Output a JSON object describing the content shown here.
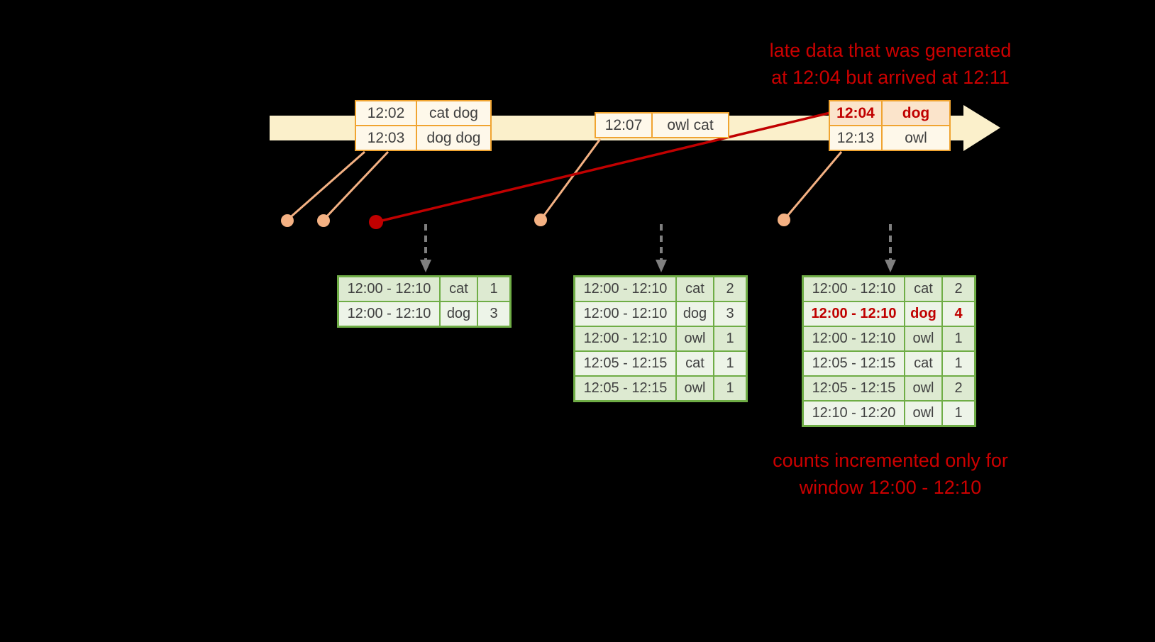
{
  "colors": {
    "background": "#000000",
    "timeline": "#FBF0CB",
    "event_border": "#F0A431",
    "event_fill": "#FEF8EA",
    "late_event_fill": "#FBE4CB",
    "connector_salmon": "#F4B183",
    "late_red": "#C00000",
    "trigger_arrow_gray": "#7F7F7F",
    "table_border_green": "#6FAD46",
    "table_row_dark": "#DDEAD1",
    "table_row_light": "#EDF4E8",
    "table_text": "#404040",
    "annotation_red": "#CC0000"
  },
  "annotations": {
    "late_data": {
      "line1": "late data that was generated",
      "line2": "at 12:04 but arrived at 12:11"
    },
    "counts": {
      "line1": "counts incremented only for",
      "line2": "window 12:00 - 12:10"
    }
  },
  "events": {
    "group1": [
      {
        "time": "12:02",
        "words": "cat dog"
      },
      {
        "time": "12:03",
        "words": "dog dog"
      }
    ],
    "group2": [
      {
        "time": "12:07",
        "words": "owl cat"
      }
    ],
    "group3": [
      {
        "time": "12:04",
        "words": "dog"
      },
      {
        "time": "12:13",
        "words": "owl"
      }
    ]
  },
  "tables": [
    {
      "rows": [
        {
          "window": "12:00 - 12:10",
          "word": "cat",
          "count": "1"
        },
        {
          "window": "12:00 - 12:10",
          "word": "dog",
          "count": "3"
        }
      ]
    },
    {
      "rows": [
        {
          "window": "12:00 - 12:10",
          "word": "cat",
          "count": "2"
        },
        {
          "window": "12:00 - 12:10",
          "word": "dog",
          "count": "3"
        },
        {
          "window": "12:00 - 12:10",
          "word": "owl",
          "count": "1"
        },
        {
          "window": "12:05 - 12:15",
          "word": "cat",
          "count": "1"
        },
        {
          "window": "12:05 - 12:15",
          "word": "owl",
          "count": "1"
        }
      ]
    },
    {
      "rows": [
        {
          "window": "12:00 - 12:10",
          "word": "cat",
          "count": "2"
        },
        {
          "window": "12:00 - 12:10",
          "word": "dog",
          "count": "4"
        },
        {
          "window": "12:00 - 12:10",
          "word": "owl",
          "count": "1"
        },
        {
          "window": "12:05 - 12:15",
          "word": "cat",
          "count": "1"
        },
        {
          "window": "12:05 - 12:15",
          "word": "owl",
          "count": "2"
        },
        {
          "window": "12:10 - 12:20",
          "word": "owl",
          "count": "1"
        }
      ]
    }
  ]
}
